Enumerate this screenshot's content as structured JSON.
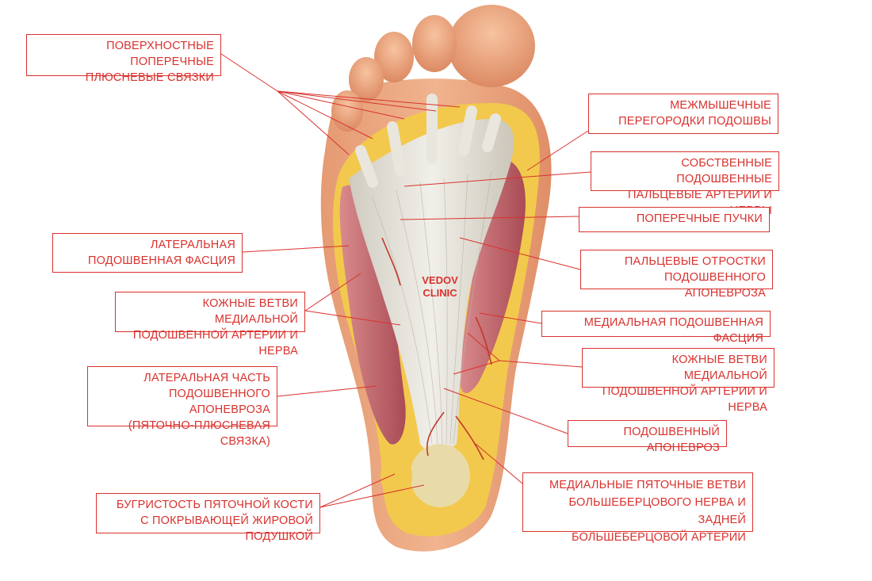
{
  "labels": {
    "l1": "ПОВЕРХНОСТНЫЕ ПОПЕРЕЧНЫЕ\nПЛЮСНЕВЫЕ СВЯЗКИ",
    "l2": "МЕЖМЫШЕЧНЫЕ\nПЕРЕГОРОДКИ ПОДОШВЫ",
    "l3": "СОБСТВЕННЫЕ ПОДОШВЕННЫЕ\nПАЛЬЦЕВЫЕ АРТЕРИИ И НЕРВЫ",
    "l4": "ПОПЕРЕЧНЫЕ ПУЧКИ",
    "l5": "ЛАТЕРАЛЬНАЯ\nПОДОШВЕННАЯ ФАСЦИЯ",
    "l6": "ПАЛЬЦЕВЫЕ ОТРОСТКИ\nПОДОШВЕННОГО АПОНЕВРОЗА",
    "l7": "КОЖНЫЕ ВЕТВИ МЕДИАЛЬНОЙ\nПОДОШВЕННОЙ АРТЕРИИ И НЕРВА",
    "l8": "МЕДИАЛЬНАЯ ПОДОШВЕННАЯ ФАСЦИЯ",
    "l9": "КОЖНЫЕ ВЕТВИ МЕДИАЛЬНОЙ\nПОДОШВЕННОЙ АРТЕРИИ И НЕРВА",
    "l10": "ЛАТЕРАЛЬНАЯ ЧАСТЬ\nПОДОШВЕННОГО АПОНЕВРОЗА\n(ПЯТОЧНО-ПЛЮСНЕВАЯ СВЯЗКА)",
    "l11": "ПОДОШВЕННЫЙ АПОНЕВРОЗ",
    "l12": "МЕДИАЛЬНЫЕ ПЯТОЧНЫЕ ВЕТВИ\nБОЛЬШЕБЕРЦОВОГО НЕРВА И ЗАДНЕЙ\nБОЛЬШЕБЕРЦОВОЙ АРТЕРИИ",
    "l13": "БУГРИСТОСТЬ ПЯТОЧНОЙ КОСТИ\nС ПОКРЫВАЮЩЕЙ ЖИРОВОЙ ПОДУШКОЙ"
  },
  "watermark": "VEDOV\nCLINIC",
  "colors": {
    "accent": "#d9322e",
    "skin": "#e9a178",
    "fat": "#f2c94c",
    "aponeurosis": "#dedbd2",
    "muscle": "#c0616a"
  }
}
